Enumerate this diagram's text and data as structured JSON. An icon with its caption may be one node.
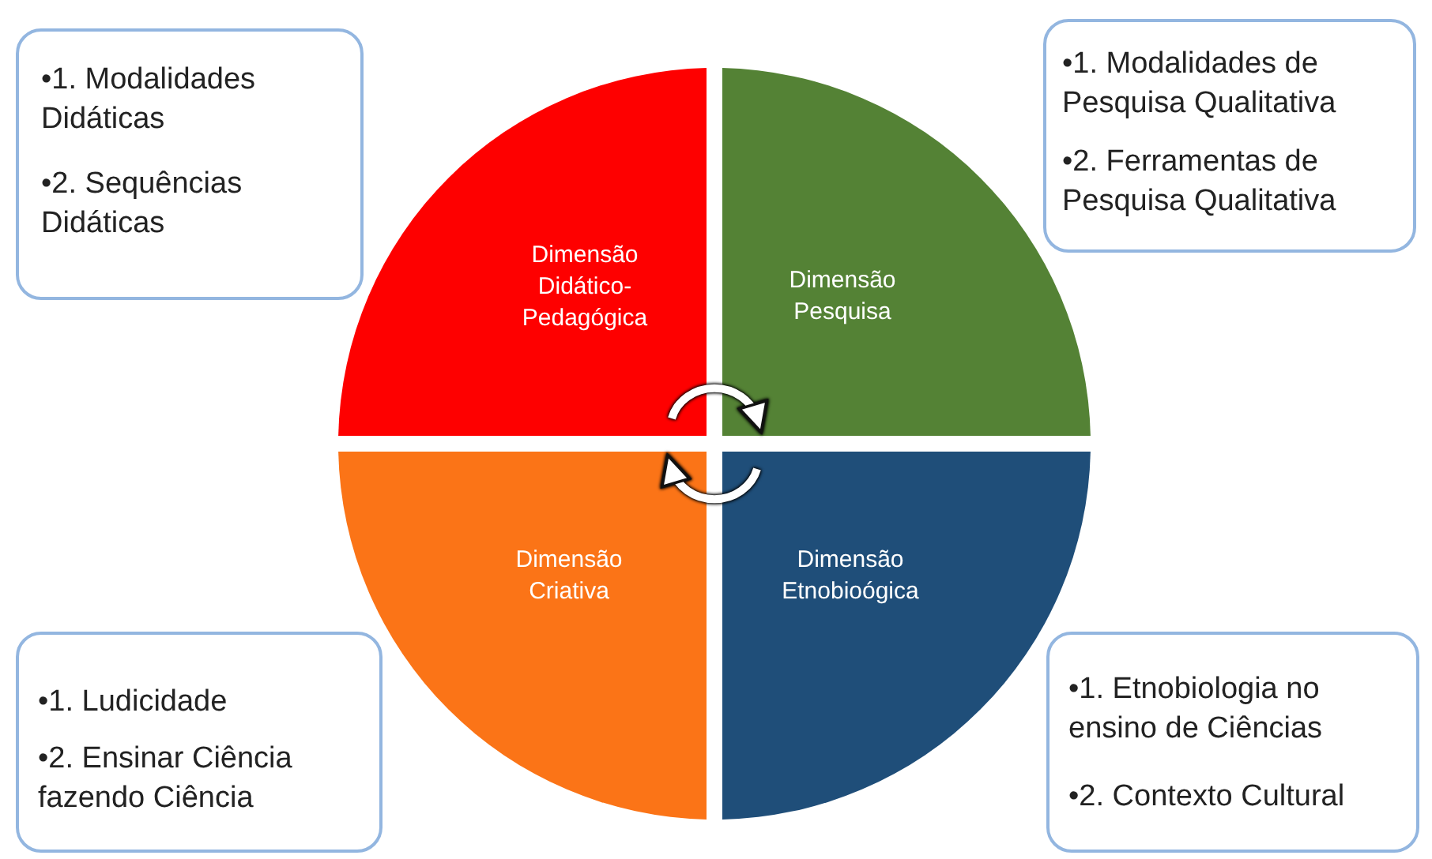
{
  "diagram": {
    "nodes": [
      {
        "text": [
          "•1. Modalidades Didáticas",
          "•2. Sequências Didáticas"
        ]
      },
      {
        "text": [
          "•1. Modalidades de Pesquisa Qualitativa",
          "•2. Ferramentas de Pesquisa Qualitativa"
        ]
      },
      {
        "text": [
          "Dimensão Didático-Pedagógica"
        ]
      },
      {
        "text": [
          "Dimensão Pesquisa"
        ]
      },
      {
        "text": [
          "Dimensão Criativa"
        ]
      },
      {
        "text": [
          "Dimensão Etnobioógica"
        ]
      },
      {
        "text": [
          "•1. Ludicidade",
          "•2. Ensinar Ciência fazendo Ciência"
        ]
      },
      {
        "text": [
          "•1. Etnobiologia no ensino de Ciências",
          "•2. Contexto Cultural"
        ]
      }
    ],
    "edges": [
      {
        "from": 2,
        "to": 3,
        "arrow": "to"
      },
      {
        "from": 5,
        "to": 4,
        "arrow": "to"
      }
    ]
  }
}
